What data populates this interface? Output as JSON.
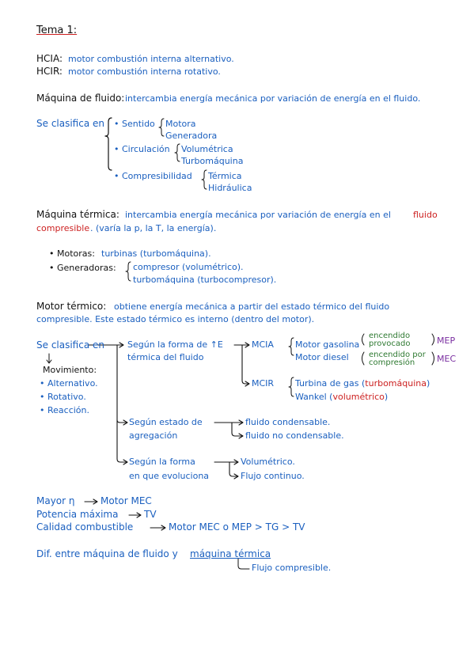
{
  "title": "Tema 1:",
  "hcia_line": {
    "term": "HCIA:",
    "desc": "motor combustión interna alternativo."
  },
  "hcir_line": {
    "term": "HCIR:",
    "desc": "motor combustión interna rotativo."
  },
  "maquina_fluido": {
    "term": "Máquina de fluido:",
    "desc": "intercambia energía mecánica por variación de energía en el fluido."
  },
  "clasificacion_1": {
    "lead": "Se clasifica en",
    "sentido": {
      "label": "• Sentido",
      "items": [
        "Motora",
        "Generadora"
      ]
    },
    "circulacion": {
      "label": "• Circulación",
      "items": [
        "Volumétrica",
        "Turbomáquina"
      ]
    },
    "compresibilidad": {
      "label": "• Compresibilidad",
      "items": [
        "Térmica",
        "Hidráulica"
      ]
    }
  },
  "maquina_termica": {
    "term": "Máquina térmica:",
    "desc": "intercambia energía mecánica por variación de energía en el",
    "fluido": "fluido",
    "compresible": "compresible",
    "rest": ". (varía la p, la T, la energía)."
  },
  "motoras": {
    "label": "• Motoras:",
    "desc": "turbinas (turbomáquina)."
  },
  "generadoras": {
    "label": "• Generadoras:",
    "items": [
      "compresor (volumétrico).",
      "turbomáquina (turbocompresor)."
    ]
  },
  "motor_termico": {
    "term": "Motor térmico:",
    "line1": "obtiene energía mecánica a partir del estado térmico del fluido",
    "line2": "compresible. Este estado térmico es interno (dentro del motor)."
  },
  "clasificacion_2": {
    "lead": "Se clasifica en",
    "movimiento": {
      "label": "Movimiento:",
      "items": [
        "• Alternativo.",
        "• Rotativo.",
        "• Reacción."
      ]
    },
    "forma_e": {
      "line1": "Según la forma de ↑E",
      "line2": "térmica del fluido"
    },
    "mcia": "MCIA",
    "gasolina": "Motor gasolina",
    "diesel": "Motor diesel",
    "enc1": [
      "encendido",
      "provocado"
    ],
    "enc2": [
      "encendido por",
      "compresión"
    ],
    "mep": "MEP",
    "mec": "MEC",
    "mcir": "MCIR",
    "turbina_gas": "Turbina de gas (",
    "turbo": "turbomáquina",
    "close": ")",
    "wankel": "Wankel (",
    "volum": "volumétrico",
    "agregacion": {
      "line1": "Según estado de",
      "line2": "agregación",
      "items": [
        "fluido condensable.",
        "fluido no condensable."
      ]
    },
    "evoluciona": {
      "line1": "Según la forma",
      "line2": "en que evoluciona",
      "items": [
        "Volumétrico.",
        "Flujo continuo."
      ]
    }
  },
  "comparaciones": [
    {
      "left": "Mayor η",
      "right": "Motor MEC"
    },
    {
      "left": "Potencia máxima",
      "right": "TV"
    },
    {
      "left": "Calidad combustible",
      "right": "Motor MEC o MEP > TG > TV"
    }
  ],
  "diferencia": {
    "lead": "Dif. entre máquina de fluido y",
    "term": "máquina térmica",
    "note": "Flujo compresible."
  }
}
